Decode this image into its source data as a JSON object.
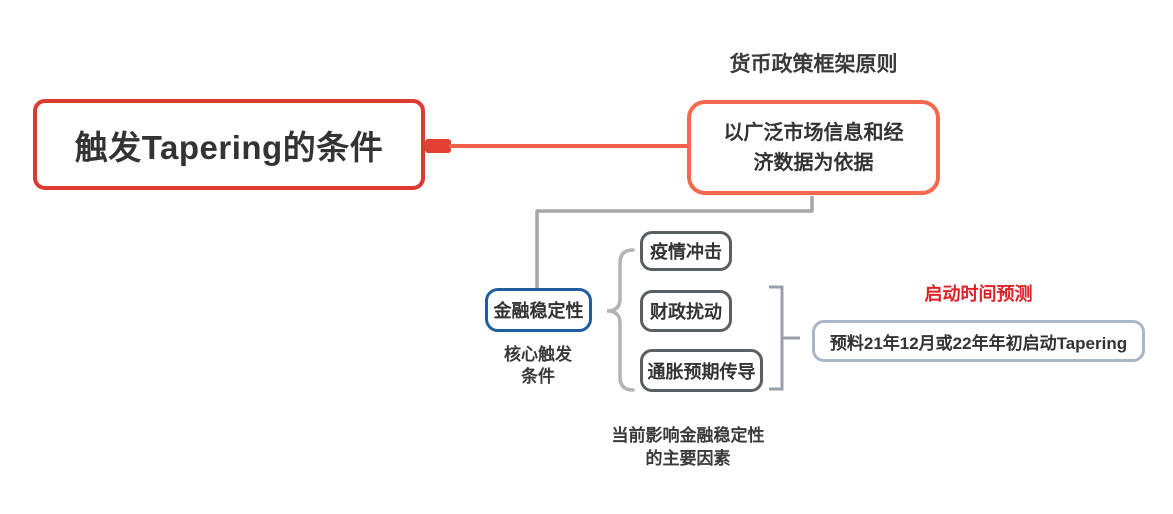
{
  "mindmap": {
    "root": {
      "label": "触发Tapering的条件"
    },
    "principle": {
      "label_above": "货币政策框架原则",
      "line1": "以广泛市场信息和经",
      "line2": "济数据为依据"
    },
    "stability": {
      "label": "金融稳定性",
      "caption_line1": "核心触发",
      "caption_line2": "条件"
    },
    "factors": {
      "items": [
        "疫情冲击",
        "财政扰动",
        "通胀预期传导"
      ],
      "caption_line1": "当前影响金融稳定性",
      "caption_line2": "的主要因素"
    },
    "prediction": {
      "label_above": "启动时间预测",
      "label": "预料21年12月或22年年初启动Tapering"
    }
  },
  "colors": {
    "root_border": "#dd3a31",
    "principle_border": "#f4694e",
    "red_connector": "#f2604c",
    "red_connector_nub": "#e23f35",
    "stability_border": "#1e5d9e",
    "factor_border": "#595f63",
    "prediction_border": "#abb7c7",
    "gray_connector": "#a6a6a6",
    "brace": "#b4b4b4",
    "bracket": "#98a0ab",
    "text_dark": "#333333",
    "label_red": "#df2127",
    "background": "#ffffff"
  }
}
